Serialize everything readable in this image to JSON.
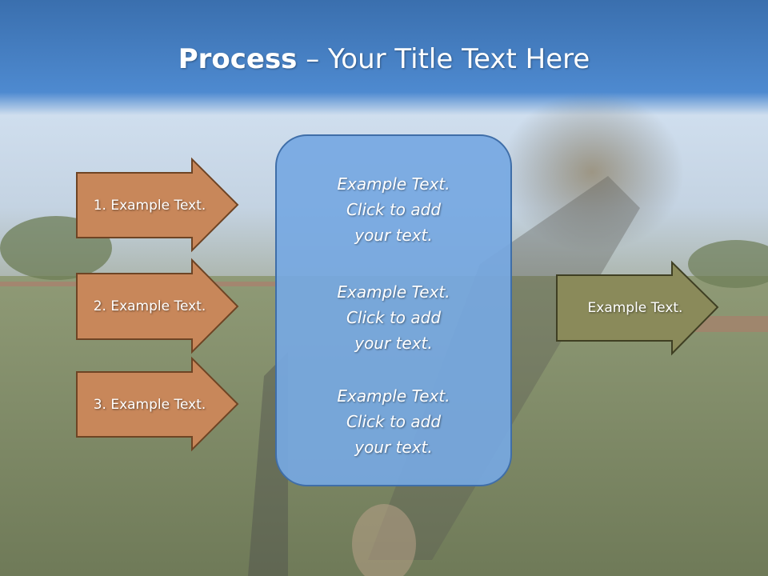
{
  "title": {
    "bold": "Process",
    "rest": " – Your Title Text Here"
  },
  "left_arrows": [
    {
      "label": "1. Example Text."
    },
    {
      "label": "2. Example Text."
    },
    {
      "label": "3. Example Text."
    }
  ],
  "center_box": {
    "paragraphs": [
      {
        "line1": "Example Text.",
        "line2": "Click  to add",
        "line3": "your text."
      },
      {
        "line1": "Example Text.",
        "line2": "Click  to add",
        "line3": "your text."
      },
      {
        "line1": "Example Text.",
        "line2": "Click  to add",
        "line3": "your text."
      }
    ]
  },
  "right_arrow": {
    "label": "Example Text."
  },
  "colors": {
    "title_band": "#3b74b8",
    "left_arrow_fill": "#c8875a",
    "left_arrow_border": "#6e4424",
    "center_box_fill": "#76a8e2",
    "right_arrow_fill": "#8a8a5a",
    "right_arrow_border": "#3f3f23"
  }
}
